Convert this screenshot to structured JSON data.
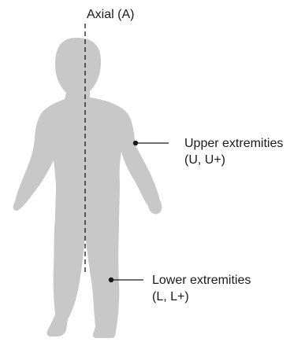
{
  "diagram": {
    "axial": {
      "label": "Axial  (A)"
    },
    "upper": {
      "line1": "Upper extremities",
      "line2": "(U, U+)"
    },
    "lower": {
      "line1": "Lower extremities",
      "line2": "(L, L+)"
    },
    "colors": {
      "silhouette": "#c8c8c8",
      "line": "#1a1a1a",
      "text": "#1a1a1a"
    }
  }
}
